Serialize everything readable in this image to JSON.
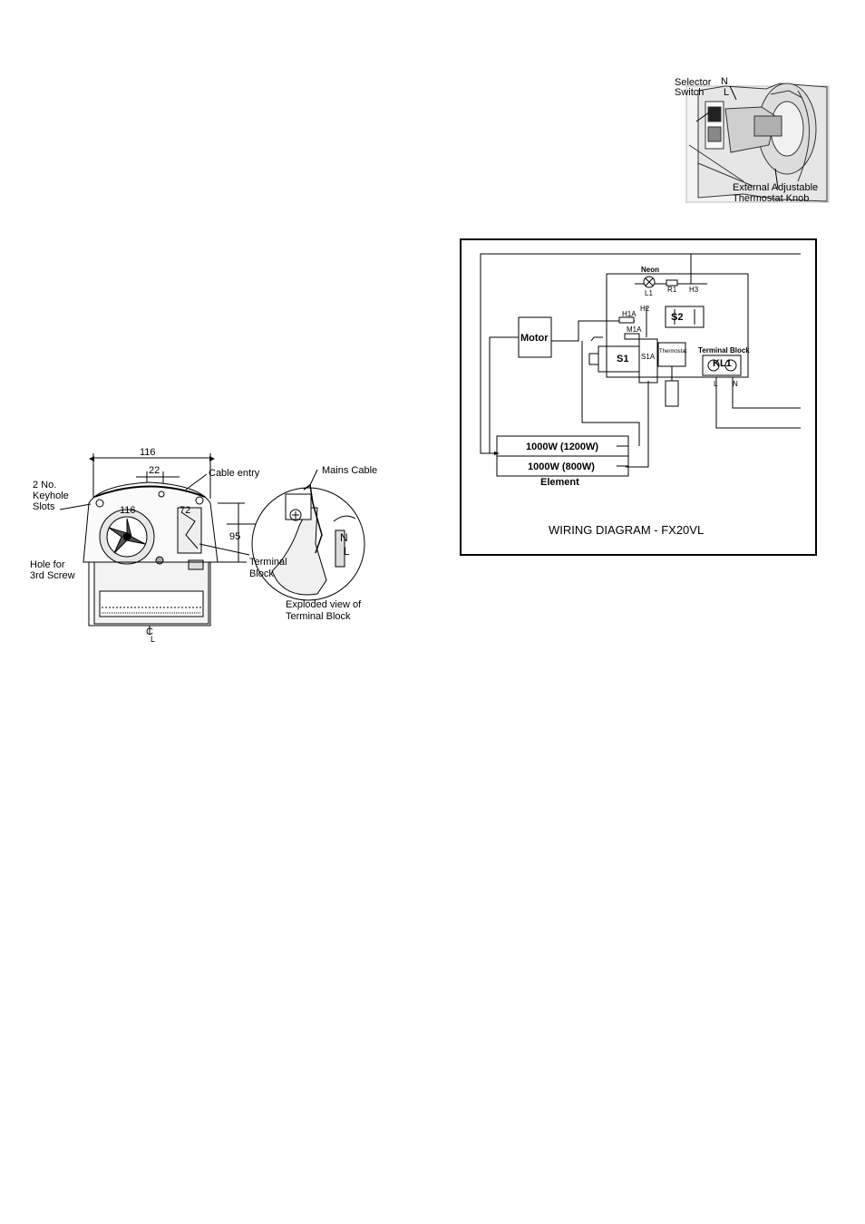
{
  "selector_inset": {
    "selector_switch": [
      "Selector",
      "Switch"
    ],
    "terminal_n": "N",
    "terminal_l": "L",
    "thermostat_knob": [
      "External Adjustable",
      "Thermostat Knob"
    ]
  },
  "wiring": {
    "caption": "WIRING DIAGRAM - FX20VL",
    "neon": "Neon",
    "l1": "L1",
    "r1": "R1",
    "h3": "H3",
    "h2": "H2",
    "h1a": "H1A",
    "m1a": "M1A",
    "s2": "S2",
    "motor": "Motor",
    "s1": "S1",
    "s1a": "S1A",
    "thermostat": "Thermostat",
    "terminal_block": "Terminal Block",
    "kl1": "KL1",
    "tb_l": "L",
    "tb_n": "N",
    "element_1": "1000W (1200W)",
    "element_2": "1000W (800W)",
    "element": "Element"
  },
  "installation": {
    "dim_width": "116",
    "dim_22": "22",
    "dim_116b": "116",
    "dim_72": "72",
    "dim_95": "95",
    "cable_entry": "Cable entry",
    "keyhole": [
      "2 No.",
      "Keyhole",
      "Slots"
    ],
    "hole_screw": [
      "Hole for",
      "3rd Screw"
    ],
    "terminal_block": [
      "Terminal",
      "Block"
    ],
    "mains_cable": "Mains Cable",
    "exploded": [
      "Exploded view of",
      "Terminal Block"
    ],
    "centerline": "C",
    "centerline_sub": "L",
    "tb_n": "N",
    "tb_l": "L"
  }
}
